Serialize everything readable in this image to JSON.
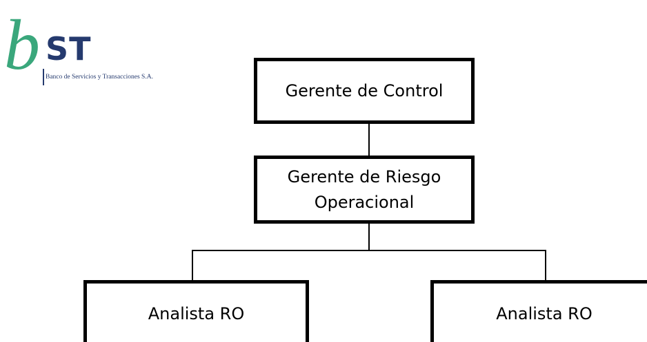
{
  "logo": {
    "letter_b": "b",
    "letters_st": "ST",
    "caption": "Banco de Servicios y Transacciones S.A.",
    "colors": {
      "b_green": "#3aa77c",
      "st_navy": "#253a6e",
      "caption": "#253a6e"
    }
  },
  "org_chart": {
    "top": {
      "label": "Gerente de Control"
    },
    "middle": {
      "label": "Gerente de Riesgo Operacional"
    },
    "bottom": [
      {
        "label": "Analista RO"
      },
      {
        "label": "Analista RO"
      }
    ]
  }
}
